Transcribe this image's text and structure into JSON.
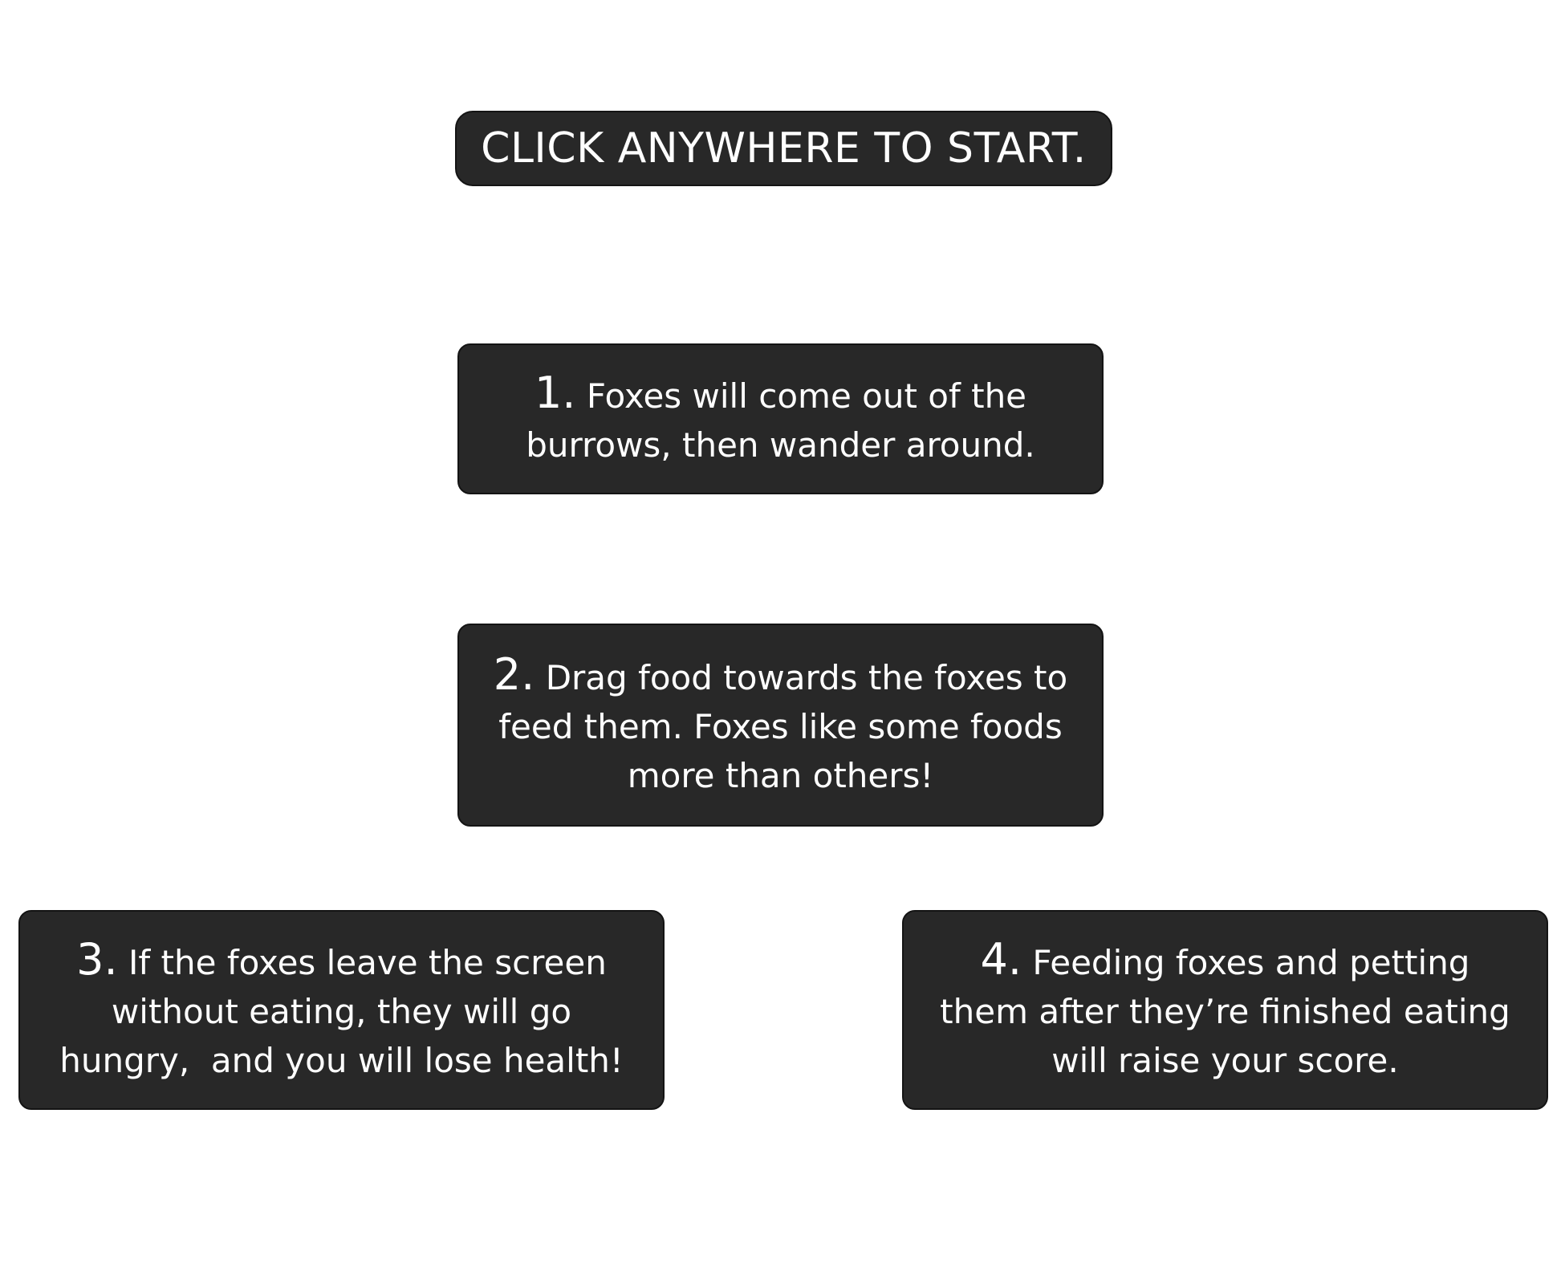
{
  "start_prompt": "CLICK ANYWHERE TO START.",
  "instructions": [
    {
      "number": "1.",
      "lines": [
        "Foxes will come out of the",
        "burrows, then wander around."
      ]
    },
    {
      "number": "2.",
      "lines": [
        "Drag food towards the foxes to",
        "feed them. Foxes like some foods",
        "more than others!"
      ]
    },
    {
      "number": "3.",
      "lines": [
        "If the foxes leave the screen",
        "without eating, they will go",
        "hungry,  and you will lose health!"
      ]
    },
    {
      "number": "4.",
      "lines": [
        "Feeding foxes and petting",
        "them after they’re finished eating",
        "will raise your score."
      ]
    }
  ],
  "colors": {
    "panel_background": "#282828",
    "panel_text": "#ffffff",
    "page_background": "#ffffff"
  }
}
